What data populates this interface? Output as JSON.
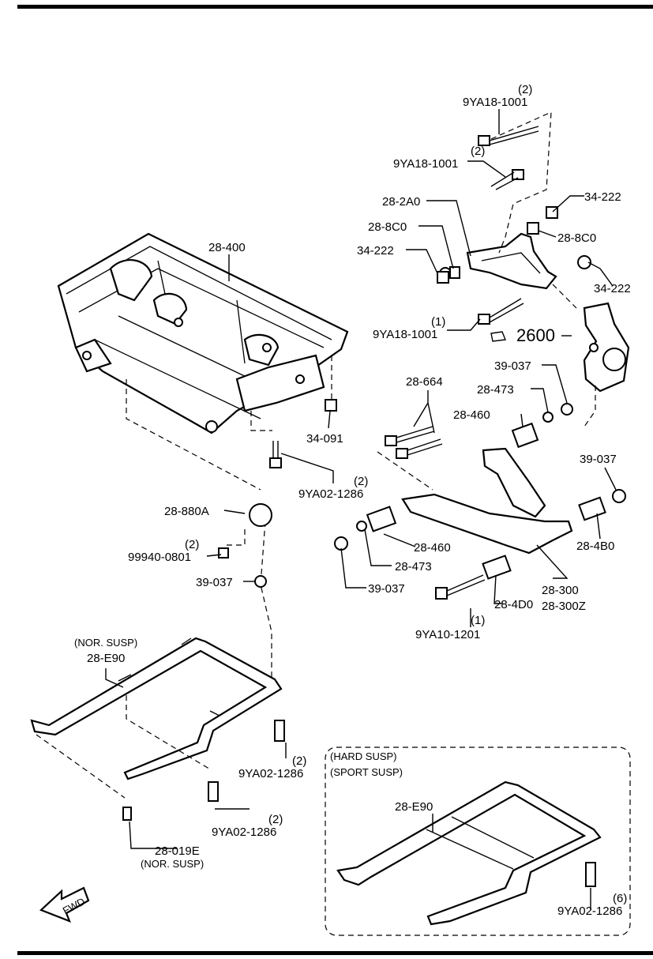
{
  "labels": {
    "p_9ya18_top_qty": "(2)",
    "p_9ya18_top": "9YA18-1001",
    "p_9ya18_mid_qty": "(2)",
    "p_9ya18_mid": "9YA18-1001",
    "p_282a0": "28-2A0",
    "p_34222_a": "34-222",
    "p_288c0_a": "28-8C0",
    "p_288c0_b": "28-8C0",
    "p_34222_b": "34-222",
    "p_34222_c": "34-222",
    "p_28400": "28-400",
    "p_9ya18_low_qty": "(1)",
    "p_9ya18_low": "9YA18-1001",
    "p_2600": "2600",
    "p_28664": "28-664",
    "p_39037_a": "39-037",
    "p_28473_a": "28-473",
    "p_28460_a": "28-460",
    "p_34091": "34-091",
    "p_39037_b": "39-037",
    "p_9ya02_a_qty": "(2)",
    "p_9ya02_a": "9YA02-1286",
    "p_28880a": "28-880A",
    "p_99940_qty": "(2)",
    "p_99940": "99940-0801",
    "p_39037_c": "39-037",
    "p_28460_b": "28-460",
    "p_28480": "28-4B0",
    "p_28473_b": "28-473",
    "p_39037_d": "39-037",
    "p_28300": "28-300",
    "p_28300z": "28-300Z",
    "p_284d0": "28-4D0",
    "p_9ya10_qty": "(1)",
    "p_9ya10": "9YA10-1201",
    "nor_susp_head": "(NOR. SUSP)",
    "p_28e90_a": "28-E90",
    "p_9ya02_b_qty": "(2)",
    "p_9ya02_b": "9YA02-1286",
    "p_9ya02_c_qty": "(2)",
    "p_9ya02_c": "9YA02-1286",
    "p_28019e": "28-019E",
    "nor_susp_foot": "(NOR. SUSP)",
    "hard_susp": "(HARD SUSP)",
    "sport_susp": "(SPORT SUSP)",
    "p_28e90_b": "28-E90",
    "p_9ya02_d_qty": "(6)",
    "p_9ya02_d": "9YA02-1286",
    "fwd": "FWD"
  }
}
